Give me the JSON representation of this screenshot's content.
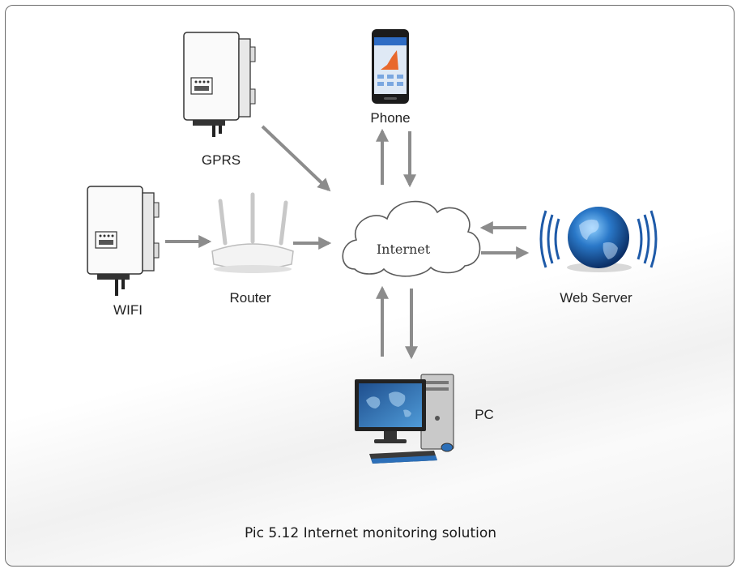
{
  "nodes": {
    "gprs": "GPRS",
    "phone": "Phone",
    "wifi": "WIFI",
    "router": "Router",
    "internet": "Internet",
    "web_server": "Web Server",
    "pc": "PC"
  },
  "caption": "Pic 5.12 Internet monitoring solution",
  "colors": {
    "arrow": "#8c8c8c",
    "frame": "#6d6d6d",
    "globe": "#1e5aa8"
  }
}
